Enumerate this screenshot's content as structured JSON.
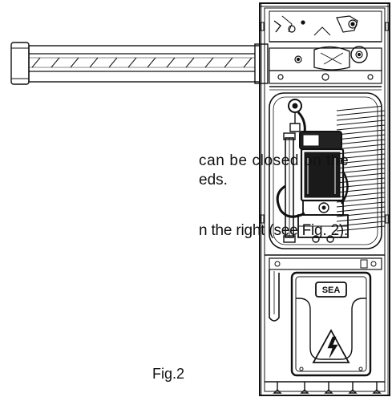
{
  "text_lines": {
    "line1": "can be closed on the",
    "line2": "eds.",
    "line3": "n the right (see Fig. 2)."
  },
  "figure_label": "Fig.2",
  "barrier": {
    "logo_text": "SEA",
    "warning_icon": "high-voltage-icon"
  },
  "colors": {
    "ink": "#111111",
    "background": "#ffffff"
  }
}
